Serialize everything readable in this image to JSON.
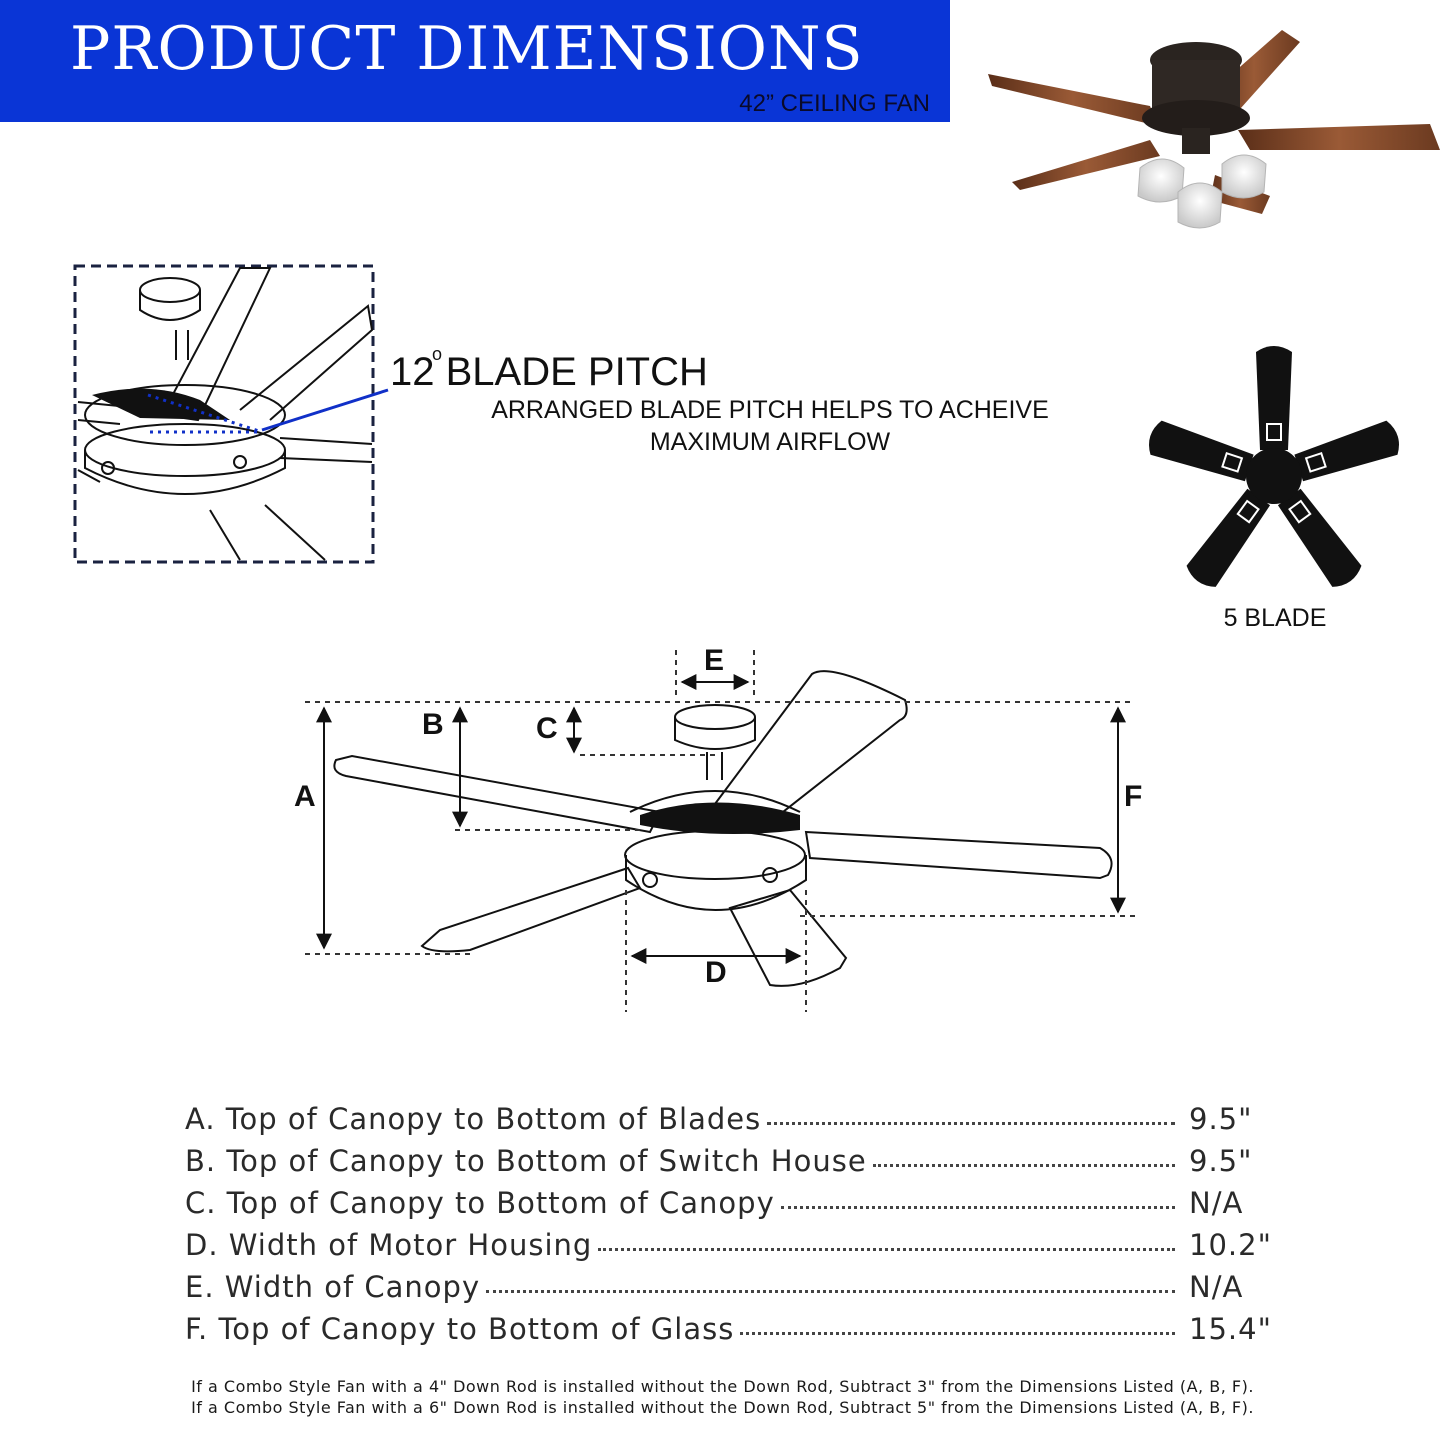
{
  "banner": {
    "title": "PRODUCT DIMENSIONS",
    "subtitle": "42” CEILING FAN",
    "color": "#0a35d6"
  },
  "pitch": {
    "title": "12 BLADE PITCH",
    "degree_mark": "o",
    "description": "ARRANGED BLADE PITCH HELPS TO ACHEIVE MAXIMUM AIRFLOW",
    "pointer_color": "#1030c8"
  },
  "blade_count": {
    "caption": "5 BLADE"
  },
  "diagram": {
    "letters": {
      "a": "A",
      "b": "B",
      "c": "C",
      "d": "D",
      "e": "E",
      "f": "F"
    }
  },
  "dimensions": [
    {
      "label": "A. Top of Canopy to Bottom of Blades",
      "value": "9.5\""
    },
    {
      "label": "B. Top of Canopy to Bottom of Switch House",
      "value": "9.5\""
    },
    {
      "label": "C. Top of Canopy to Bottom of Canopy",
      "value": "N/A"
    },
    {
      "label": "D. Width of Motor Housing",
      "value": "10.2\""
    },
    {
      "label": "E. Width of Canopy",
      "value": "N/A"
    },
    {
      "label": "F. Top of Canopy to Bottom of Glass",
      "value": "15.4\""
    }
  ],
  "footnotes": [
    "If a Combo Style Fan with a 4\" Down Rod is installed without the Down Rod, Subtract 3\" from the Dimensions Listed (A, B, F).",
    "If a Combo Style Fan with a 6\" Down Rod is installed without the Down Rod, Subtract 5\" from the Dimensions Listed (A, B, F)."
  ],
  "icons": {
    "product_photo": "ceiling-fan-photo-icon",
    "pitch_detail": "blade-pitch-detail-icon",
    "five_blade": "five-blade-fan-icon",
    "dimension_drawing": "fan-dimension-drawing-icon"
  }
}
